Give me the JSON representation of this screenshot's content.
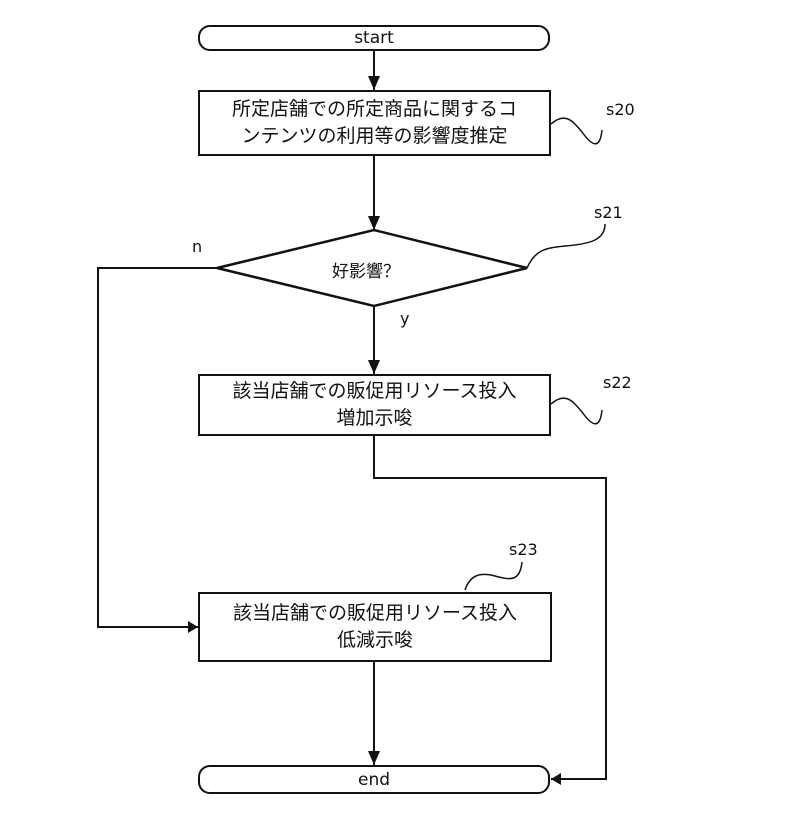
{
  "flowchart": {
    "start": {
      "label": "start"
    },
    "end": {
      "label": "end"
    },
    "steps": [
      {
        "id": "s20",
        "type": "process",
        "lines": [
          "所定店舗での所定商品に関するコ",
          "ンテンツの利用等の影響度推定"
        ]
      },
      {
        "id": "s21",
        "type": "decision",
        "lines": [
          "好影響？"
        ],
        "yes_label": "y",
        "no_label": "n"
      },
      {
        "id": "s22",
        "type": "process",
        "lines": [
          "該当店舗での販促用リソース投入",
          "増加示唆"
        ]
      },
      {
        "id": "s23",
        "type": "process",
        "lines": [
          "該当店舗での販促用リソース投入",
          "低減示唆"
        ]
      }
    ],
    "edges": [
      {
        "from": "start",
        "to": "s20"
      },
      {
        "from": "s20",
        "to": "s21"
      },
      {
        "from": "s21",
        "to": "s22",
        "label": "y"
      },
      {
        "from": "s21",
        "to": "s23",
        "label": "n"
      },
      {
        "from": "s22",
        "to": "end"
      },
      {
        "from": "s23",
        "to": "end"
      }
    ]
  }
}
